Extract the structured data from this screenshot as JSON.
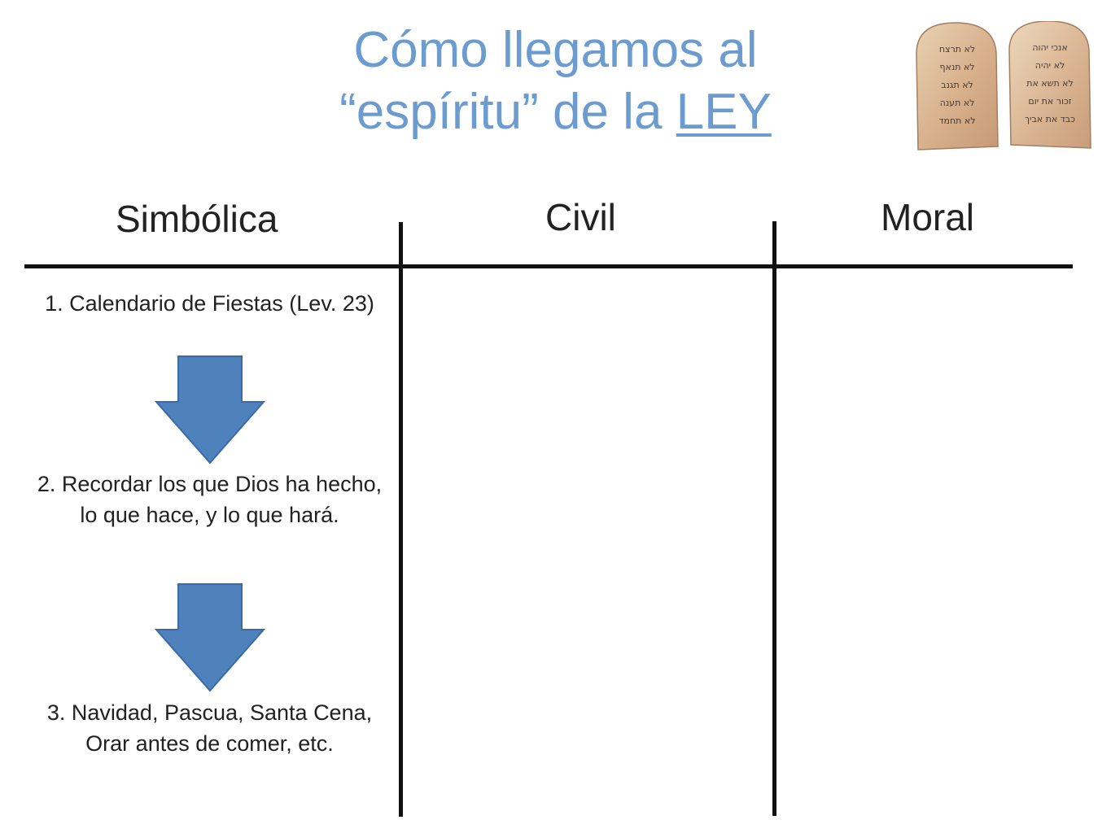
{
  "title": {
    "line1": "Cómo llegamos al",
    "line2_prefix": "“espíritu” de la ",
    "line2_underlined": "LEY"
  },
  "image": {
    "name": "ten-commandments-tablets",
    "left_tablet_lines": [
      "לא תרצח",
      "לא תנאף",
      "לא תגנב",
      "לא תענה",
      "לא תחמד"
    ],
    "right_tablet_lines": [
      "אנכי יהוה",
      "לא יהיה",
      "לא תשא את",
      "זכור את יום",
      "כבד את אביך"
    ]
  },
  "columns": {
    "simbolica": "Simbólica",
    "civil": "Civil",
    "moral": "Moral"
  },
  "simbolica_items": [
    "1.  Calendario de Fiestas (Lev. 23)",
    "2.  Recordar los que Dios ha hecho, lo que hace, y lo que hará.",
    "3.  Navidad, Pascua, Santa Cena, Orar antes de comer, etc."
  ],
  "colors": {
    "title": "#6b9bcf",
    "arrow_fill": "#4f81bd",
    "arrow_stroke": "#3a6ba5",
    "lines": "#111111"
  },
  "icons": {
    "arrow": "down-arrow-icon"
  }
}
